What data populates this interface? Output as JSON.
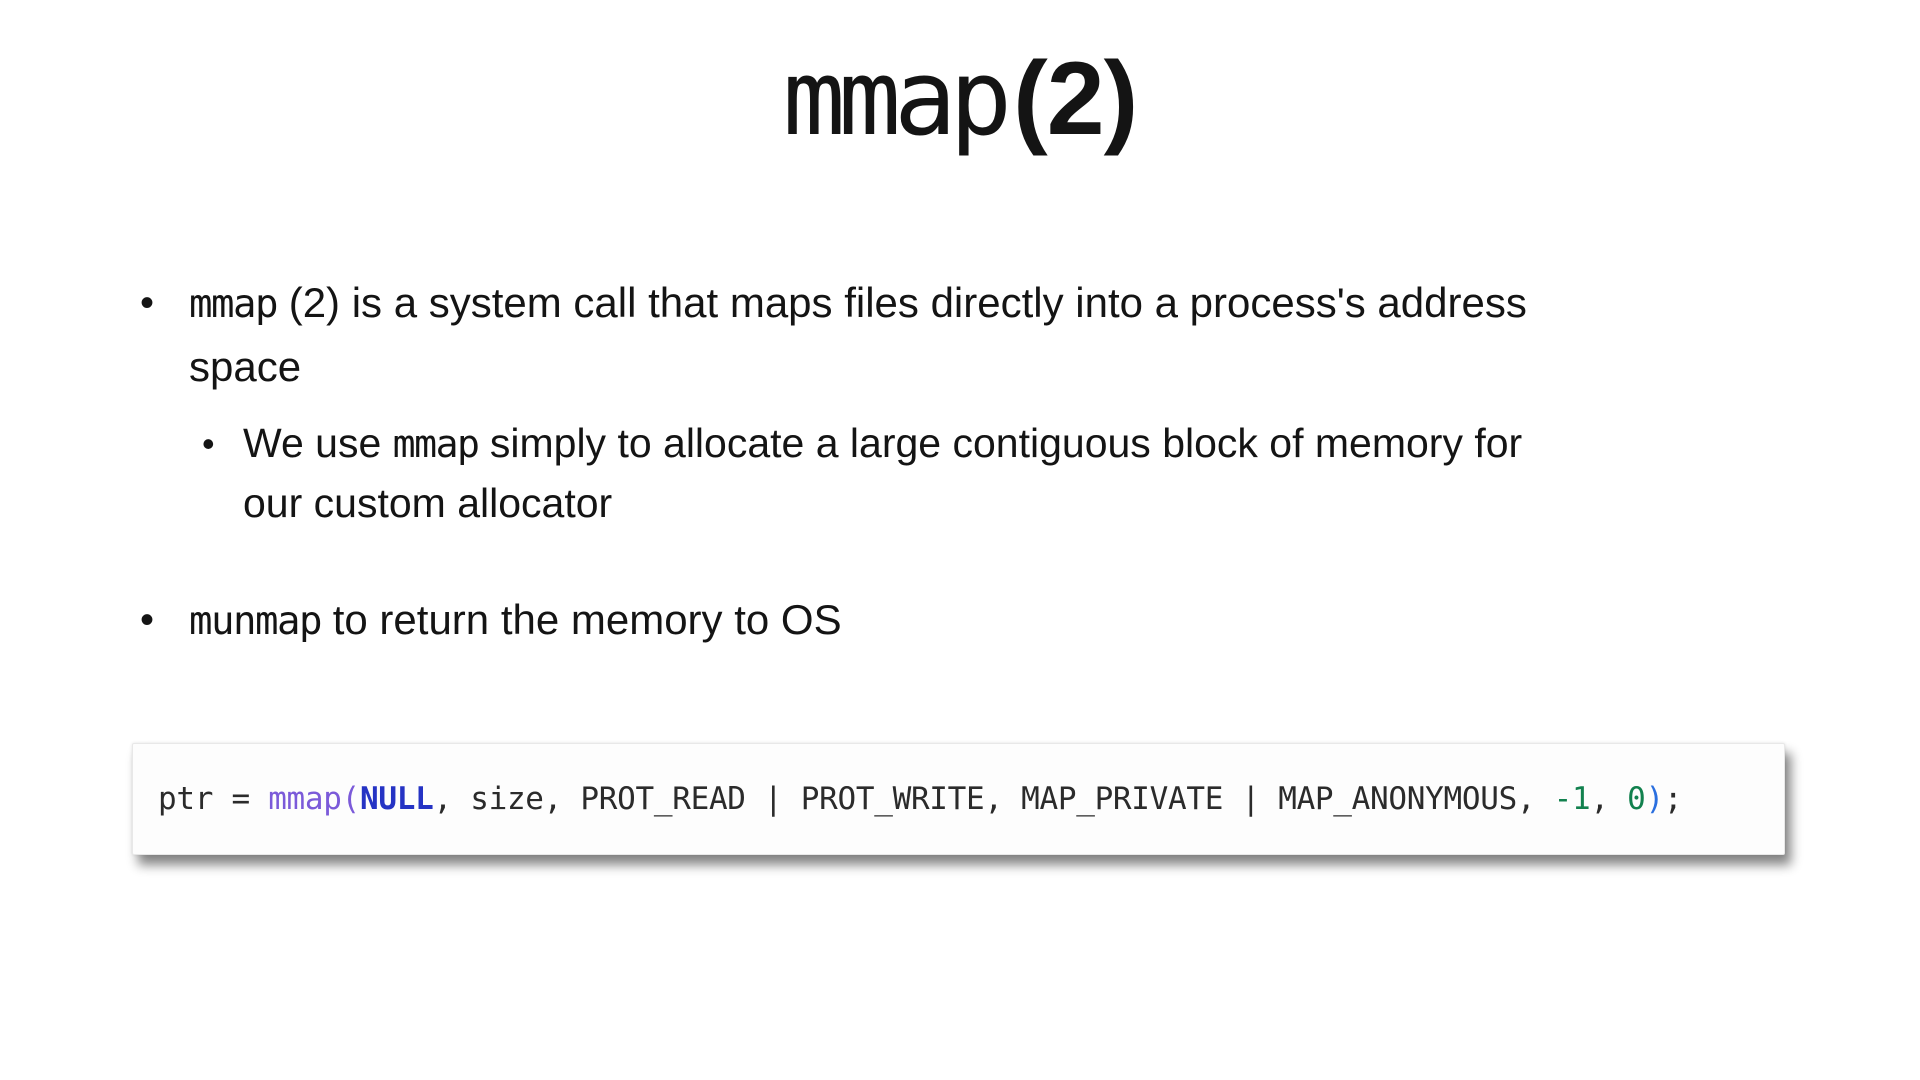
{
  "title": {
    "code": "mmap",
    "rest": "(2)"
  },
  "markers": {
    "dot": "•"
  },
  "bullets": {
    "b1": {
      "l1_code": "mmap",
      "l1_text": " (2) is a system call that maps files directly into a process's address",
      "l2": "space"
    },
    "b2": {
      "l1_pre": "We use ",
      "l1_code": "mmap",
      "l1_post": " simply to allocate a large contiguous block of memory for",
      "l2": "our custom allocator"
    },
    "b3": {
      "code": "munmap",
      "text": " to return the memory to OS"
    }
  },
  "code_line": {
    "t1": "ptr = ",
    "t2": "mmap(",
    "t3": "NULL",
    "t4": ", size, PROT_READ | PROT_WRITE, MAP_PRIVATE | MAP_ANONYMOUS, ",
    "t5": "-1",
    "t6": ", ",
    "t7": "0",
    "t8": ")",
    "t9": ";"
  },
  "code_colors": {
    "default": "#2b2b2b",
    "function_purple": "#7b5ad9",
    "null_blue": "#2533c4",
    "number_green": "#12814e",
    "bracket_blue": "#2a6fdf"
  },
  "slide_background": "#ffffff",
  "codebox_background": "#fdfdfd"
}
